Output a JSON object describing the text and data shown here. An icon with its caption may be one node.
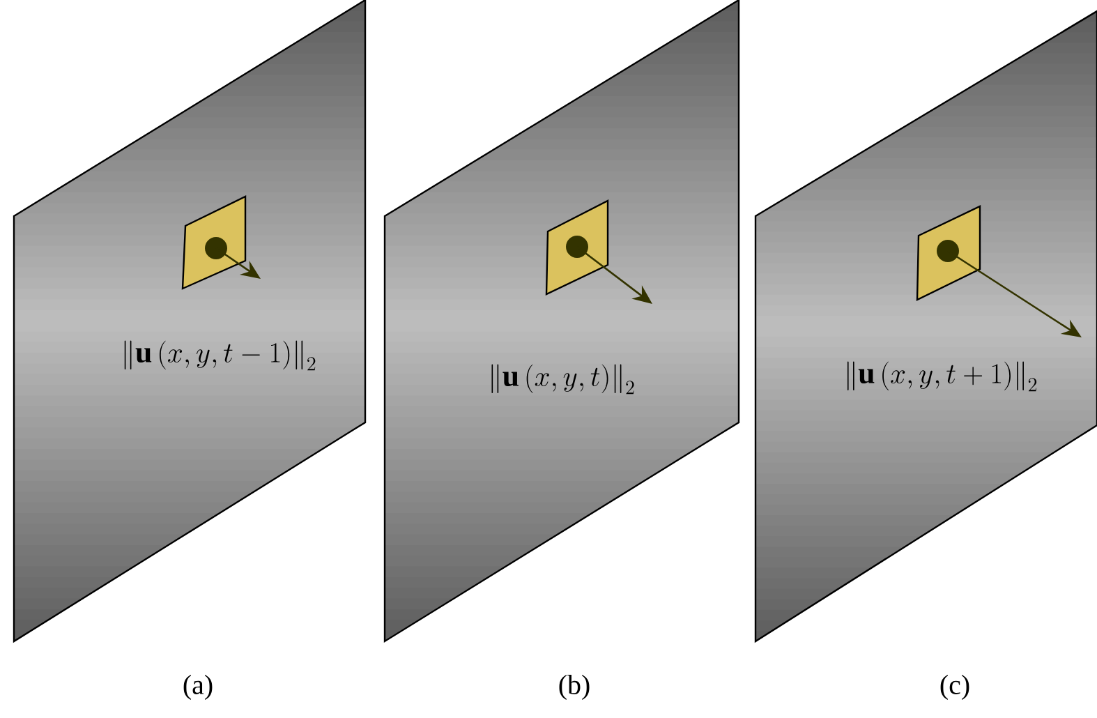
{
  "diagram": {
    "nodes": [
      {
        "text": [
          "\\left\\|\\mathbf{u}\\left(x,y,t-1\\right)\\right\\|_2"
        ],
        "beside": [
          "(a)"
        ]
      },
      {
        "text": [],
        "shape": "box",
        "in": 0
      },
      {
        "text": [
          "\\left\\|\\mathbf{u}\\left(x,y,t\\right)\\right\\|_2"
        ],
        "beside": [
          "(b)"
        ]
      },
      {
        "text": [],
        "shape": "box",
        "in": 2
      },
      {
        "text": [
          "\\left\\|\\mathbf{u}\\left(x,y,t+1\\right)\\right\\|_2"
        ],
        "beside": [
          "(c)"
        ]
      },
      {
        "text": [],
        "shape": "box",
        "in": 4
      }
    ],
    "edges": [
      {
        "from": 1,
        "to": null,
        "arrow": "to"
      },
      {
        "from": 3,
        "to": null,
        "arrow": "to"
      },
      {
        "from": 5,
        "to": null,
        "arrow": "to"
      }
    ]
  }
}
